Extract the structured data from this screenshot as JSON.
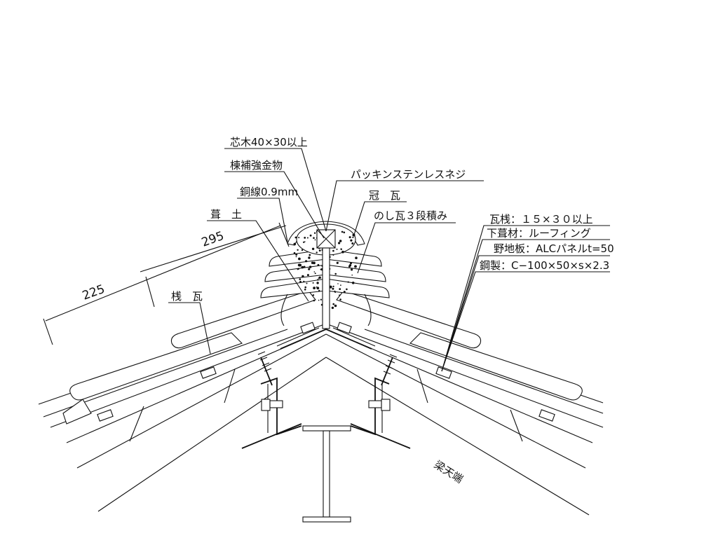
{
  "labels": {
    "core_wood": "芯木40×30以上",
    "ridge_metal": "棟補強金物",
    "copper_wire": "銅線0.9mm",
    "packing_screw": "パッキンステンレスネジ",
    "crown_tile": "冠　瓦",
    "noshi_tile": "のし瓦３段積み",
    "fill_soil": "葺　土",
    "sangawara": "桟　瓦",
    "batten": "瓦桟：１５×３０以上",
    "underlay": "下葺材：ルーフィング",
    "sheathing": "野地板：ALCパネルt=50",
    "steel": "鋼製：C−100×50×s×2.3",
    "beam_top": "梁天端"
  },
  "dimensions": {
    "upper": "295",
    "lower": "225"
  }
}
